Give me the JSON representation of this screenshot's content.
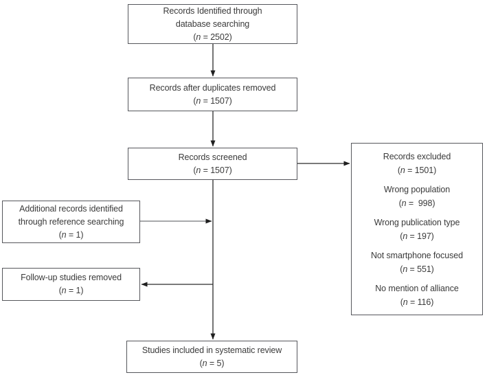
{
  "boxes": {
    "identified": {
      "lines": [
        "Records Identified through",
        "database searching"
      ],
      "count": {
        "pre": "(",
        "var": "n",
        "post": " = 2502)"
      }
    },
    "duplicates_removed": {
      "lines": [
        "Records after duplicates removed"
      ],
      "count": {
        "pre": "(",
        "var": "n",
        "post": " = 1507)"
      }
    },
    "screened": {
      "lines": [
        "Records screened"
      ],
      "count": {
        "pre": "(",
        "var": "n",
        "post": " = 1507)"
      }
    },
    "excluded": {
      "header": {
        "label": "Records excluded",
        "count": {
          "pre": "(",
          "var": "n",
          "post": " = 1501)"
        }
      },
      "items": [
        {
          "label": "Wrong population",
          "count": {
            "pre": "(",
            "var": "n",
            "post": " =  998)"
          }
        },
        {
          "label": "Wrong publication type",
          "count": {
            "pre": "(",
            "var": "n",
            "post": " = 197)"
          }
        },
        {
          "label": "Not smartphone focused",
          "count": {
            "pre": "(",
            "var": "n",
            "post": " = 551)"
          }
        },
        {
          "label": "No mention of alliance",
          "count": {
            "pre": "(",
            "var": "n",
            "post": " = 116)"
          }
        }
      ]
    },
    "additional": {
      "lines": [
        "Additional records identified",
        "through reference searching"
      ],
      "count": {
        "pre": "(",
        "var": "n",
        "post": " = 1)"
      }
    },
    "followup": {
      "lines": [
        "Follow-up studies removed"
      ],
      "count": {
        "pre": "(",
        "var": "n",
        "post": " = 1)"
      }
    },
    "included": {
      "lines": [
        "Studies included in systematic review"
      ],
      "count": {
        "pre": "(",
        "var": "n",
        "post": " = 5)"
      }
    }
  },
  "colors": {
    "box_border": "#55565b",
    "text": "#3a3a3a",
    "connector": "#2b2b2b",
    "reference_connector": "#8a8c8f",
    "arrowhead": "#1f1f1f"
  }
}
